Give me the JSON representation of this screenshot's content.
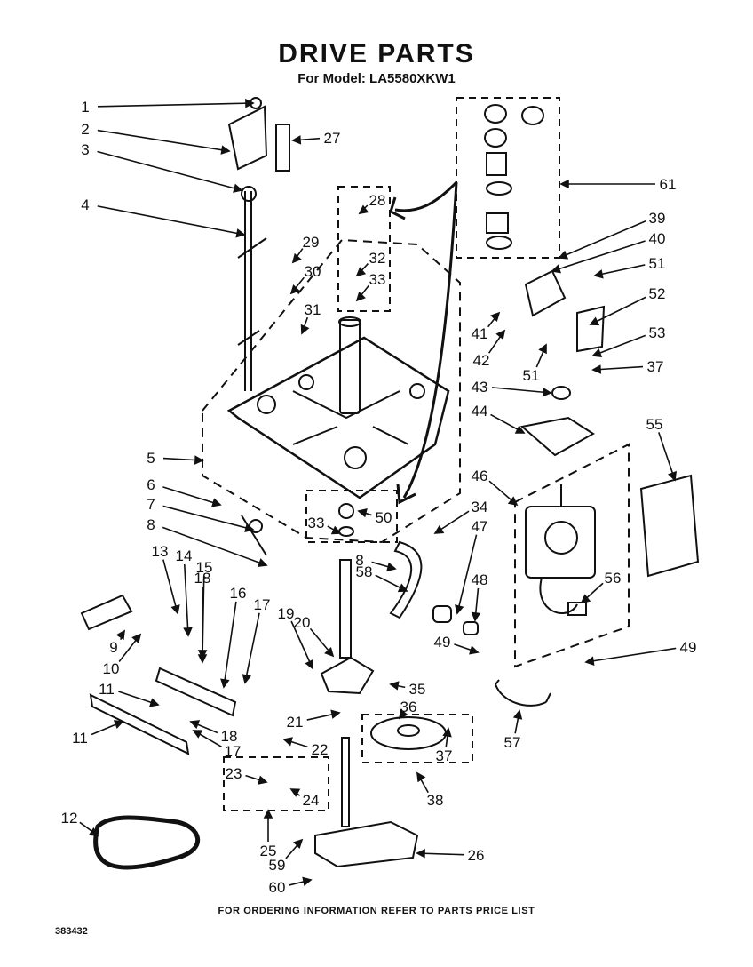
{
  "title": "DRIVE PARTS",
  "subtitle": "For Model: LA5580XKW1",
  "footer": "FOR ORDERING INFORMATION REFER TO PARTS PRICE LIST",
  "doc_number": "383432",
  "callouts": [
    "1",
    "2",
    "3",
    "4",
    "5",
    "6",
    "7",
    "8",
    "8",
    "9",
    "10",
    "11",
    "11",
    "12",
    "13",
    "14",
    "15",
    "16",
    "17",
    "17",
    "18",
    "18",
    "19",
    "20",
    "21",
    "22",
    "23",
    "24",
    "25",
    "26",
    "27",
    "28",
    "29",
    "30",
    "31",
    "32",
    "33",
    "33",
    "34",
    "35",
    "36",
    "37",
    "37",
    "38",
    "39",
    "40",
    "41",
    "42",
    "43",
    "44",
    "46",
    "47",
    "48",
    "49",
    "49",
    "50",
    "51",
    "51",
    "52",
    "53",
    "55",
    "56",
    "57",
    "58",
    "59",
    "60",
    "61"
  ]
}
